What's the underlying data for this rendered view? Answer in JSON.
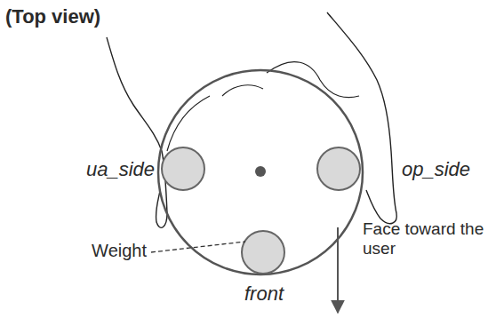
{
  "diagram": {
    "title": "(Top view)",
    "labels": [
      "ua_side",
      "op_side",
      "Weight",
      "front",
      "Face toward the user"
    ]
  }
}
